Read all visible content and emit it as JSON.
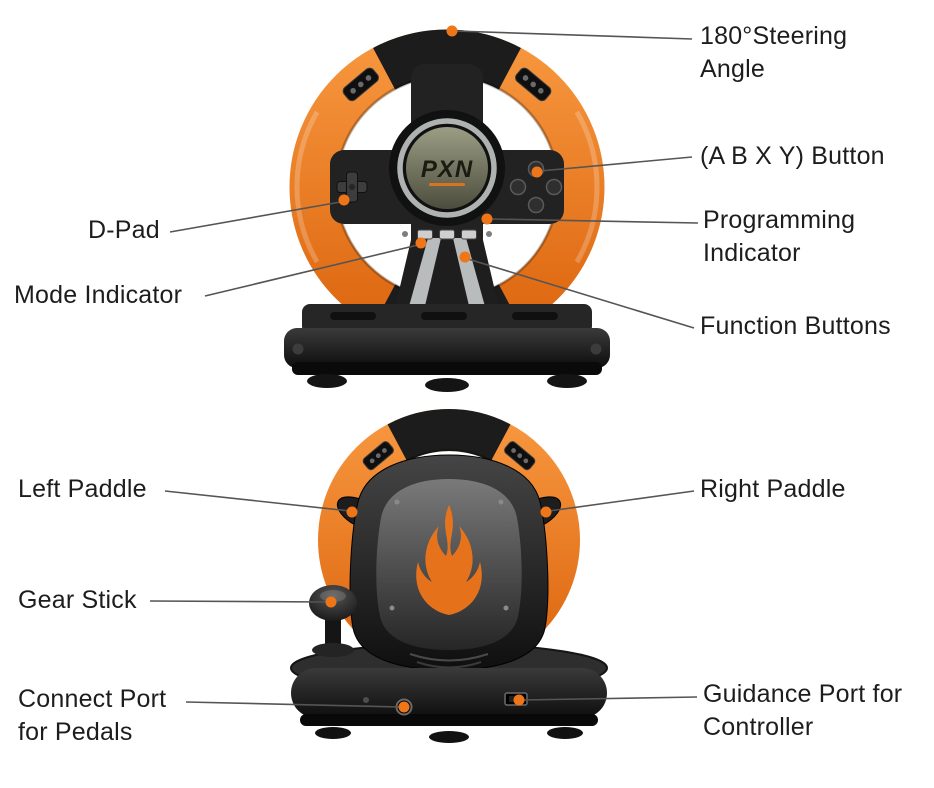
{
  "meta": {
    "brand_logo": "PXN",
    "background": "#ffffff"
  },
  "colors": {
    "accent_orange": "#ee7518",
    "wheel_orange": "#e8761a",
    "device_black": "#1c1c1c",
    "leader_line": "#555555",
    "label_text": "#1d1d1d"
  },
  "callouts": {
    "steering_angle": {
      "text": "180°Steering Angle"
    },
    "abxy_button": {
      "text": "(A B X Y) Button"
    },
    "programming_indicator": {
      "text": "Programming Indicator"
    },
    "function_buttons": {
      "text": "Function Buttons"
    },
    "d_pad": {
      "text": "D-Pad"
    },
    "mode_indicator": {
      "text": "Mode Indicator"
    },
    "left_paddle": {
      "text": "Left Paddle"
    },
    "right_paddle": {
      "text": "Right Paddle"
    },
    "gear_stick": {
      "text": "Gear Stick"
    },
    "connect_port": {
      "text": "Connect Port for Pedals"
    },
    "guidance_port": {
      "text": "Guidance Port for Controller"
    }
  }
}
